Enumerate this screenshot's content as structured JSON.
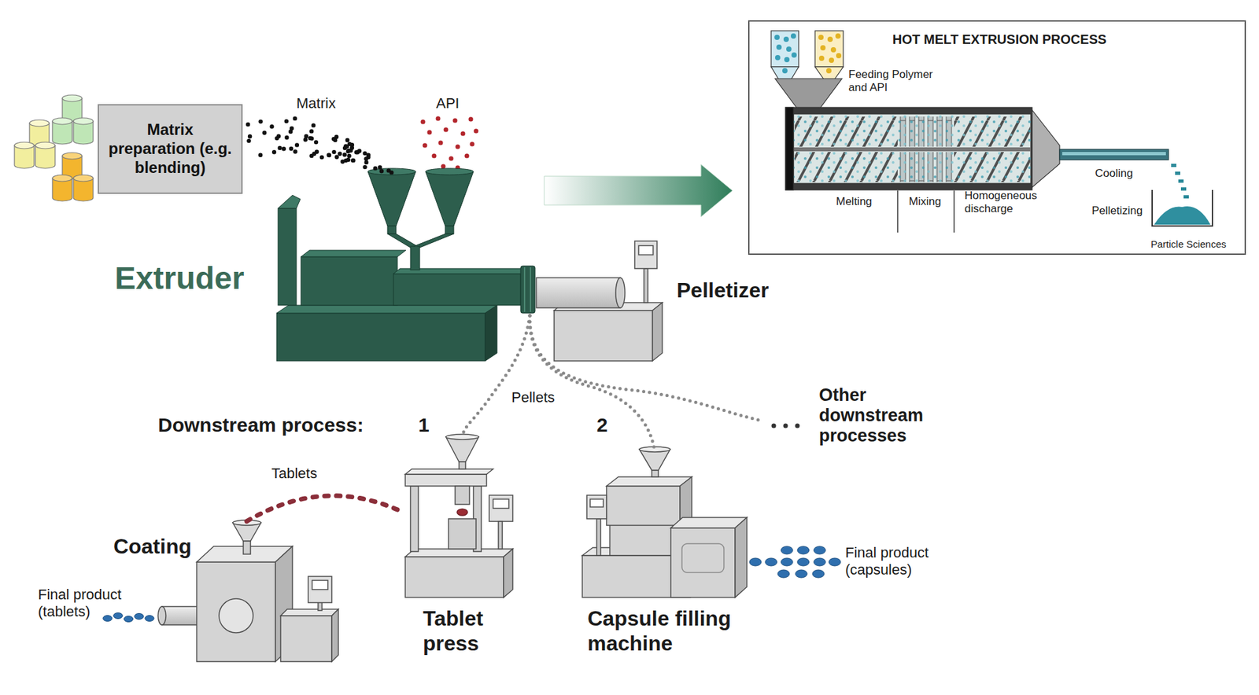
{
  "diagram": {
    "nodes": [
      {
        "text": [
          "Matrix preparation (e.g. blending)"
        ]
      },
      {
        "text": [
          "HOT MELT EXTRUSION PROCESS",
          "Feeding Polymer and API",
          "Melting",
          "Mixing",
          "Homogeneous discharge",
          "Cooling",
          "Pelletizing",
          "Particle Sciences"
        ]
      },
      {
        "text": [
          "Extruder"
        ]
      },
      {
        "text": [
          "Pelletizer"
        ]
      },
      {
        "text": [
          "Tablet press"
        ]
      },
      {
        "text": [
          "Capsule filling machine"
        ]
      },
      {
        "text": [
          "Coating"
        ]
      }
    ],
    "edges": [
      {
        "from": 0,
        "to": 2,
        "label": "Matrix",
        "arrow": "none"
      },
      {
        "from": 2,
        "to": 1,
        "arrow": "to"
      },
      {
        "from": 3,
        "to": 4,
        "arrow": "none"
      },
      {
        "from": 3,
        "to": 5,
        "arrow": "none"
      },
      {
        "from": 4,
        "to": 6,
        "label": "Tablets",
        "arrow": "none"
      }
    ],
    "labels": [
      "API",
      "Pellets",
      "Downstream process:",
      "1",
      "2",
      "Other downstream processes",
      "Final product (tablets)",
      "Final product (capsules)"
    ]
  }
}
